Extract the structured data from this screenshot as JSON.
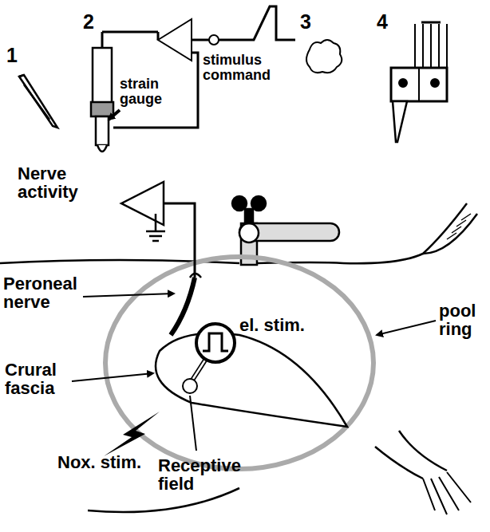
{
  "diagram": {
    "labels": [
      "1",
      "2",
      "stimulus command",
      "strain gauge",
      "3",
      "4",
      "Nerve activity",
      "Peroneal nerve",
      "el. stim.",
      "pool ring",
      "Crural fascia",
      "Nox. stim.",
      "Receptive field"
    ]
  }
}
